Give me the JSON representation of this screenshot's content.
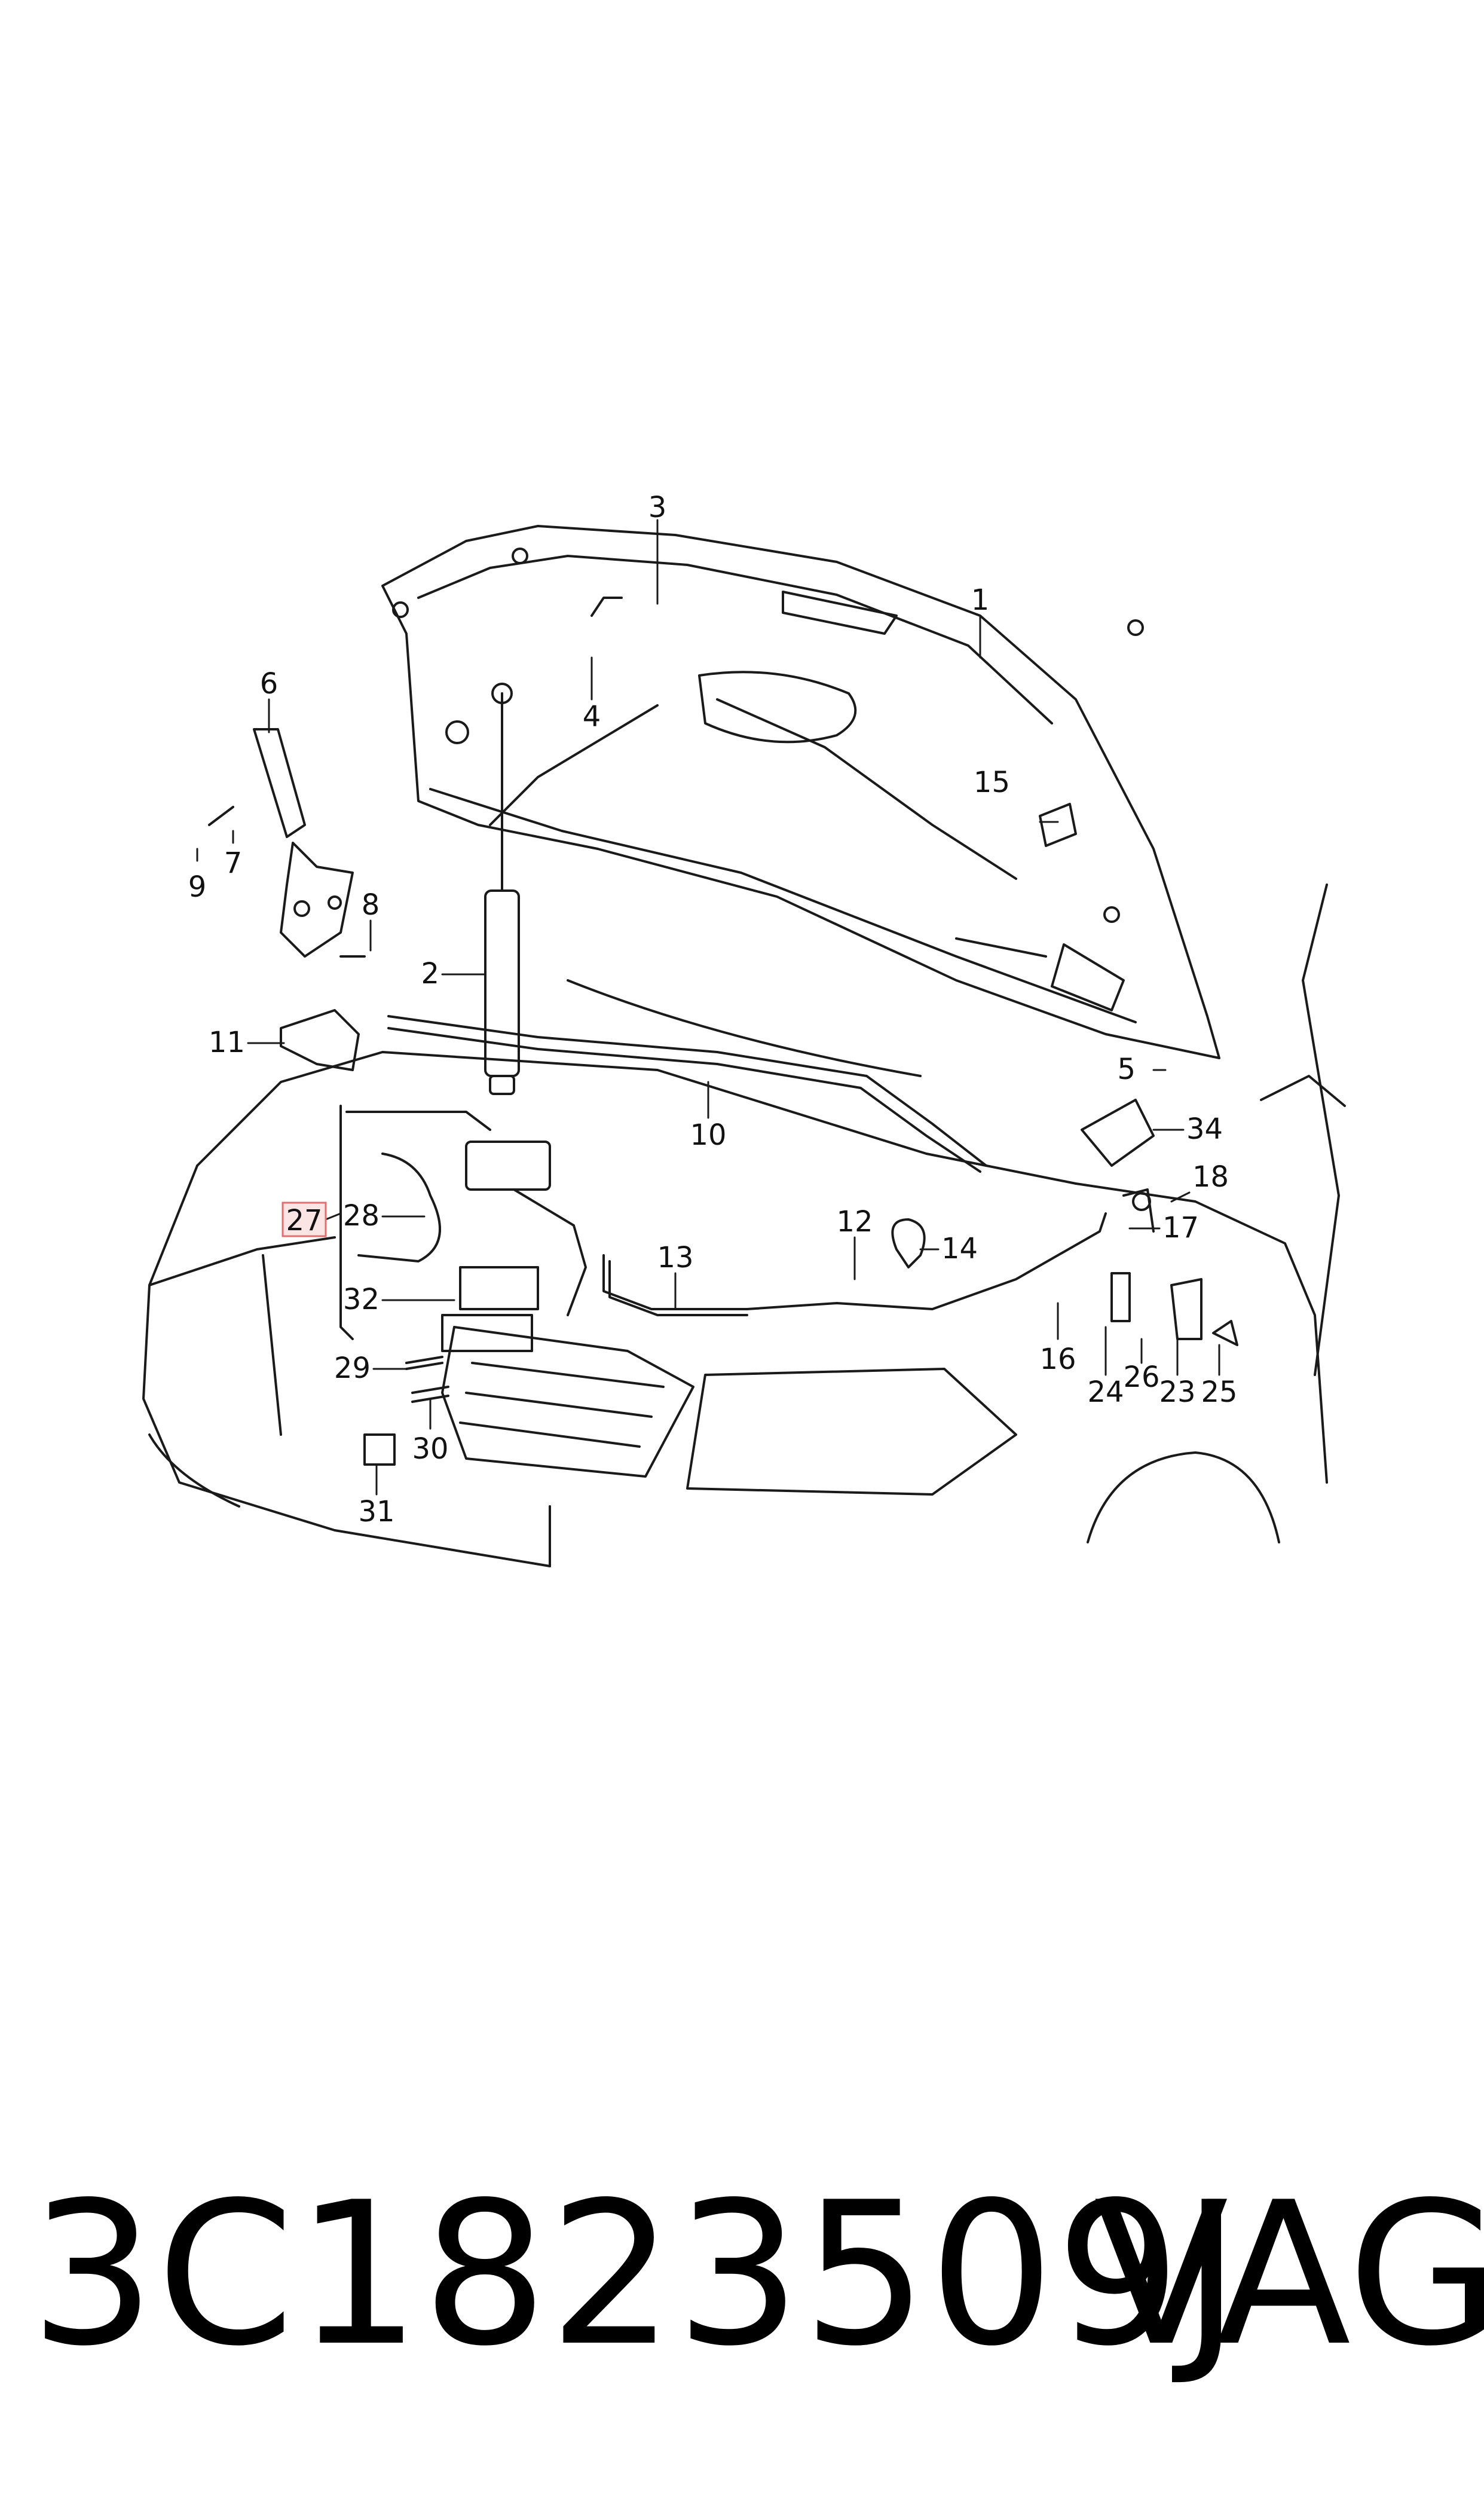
{
  "callouts": [
    "1",
    "2",
    "3",
    "4",
    "5",
    "6",
    "7",
    "8",
    "9",
    "10",
    "11",
    "12",
    "13",
    "14",
    "15",
    "16",
    "17",
    "18",
    "23",
    "24",
    "25",
    "26",
    "27",
    "28",
    "29",
    "30",
    "31",
    "32",
    "34"
  ],
  "highlighted_callout": "27",
  "highlight_color": "#e07070",
  "highlight_fill": "#fbe4e4",
  "line_color": "#1a1a1a",
  "footer": {
    "part_number": "3C1823509J",
    "brand": "VAG"
  }
}
